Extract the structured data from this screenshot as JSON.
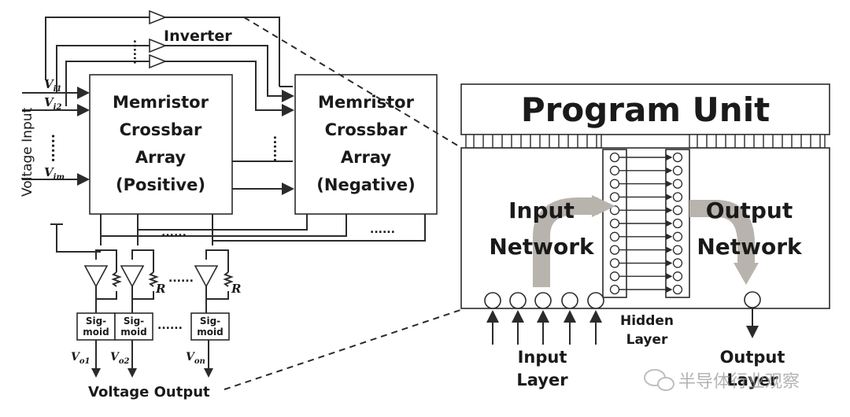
{
  "left": {
    "inverter_label": "Inverter",
    "array_pos": [
      "Memristor",
      "Crossbar",
      "Array",
      "(Positive)"
    ],
    "array_neg": [
      "Memristor",
      "Crossbar",
      "Array",
      "(Negative)"
    ],
    "voltage_input_label": "Voltage Input",
    "inputs": {
      "vi1": {
        "base": "V",
        "sub": "i1"
      },
      "vi2": {
        "base": "V",
        "sub": "i2"
      },
      "vim": {
        "base": "V",
        "sub": "im"
      }
    },
    "sigmoid": [
      "Sig-",
      "moid"
    ],
    "resistor_label": "R",
    "outputs": {
      "vo1": {
        "base": "V",
        "sub": "o1"
      },
      "vo2": {
        "base": "V",
        "sub": "o2"
      },
      "von": {
        "base": "V",
        "sub": "on"
      }
    },
    "voltage_output_label": "Voltage Output",
    "ellipsis": "......"
  },
  "right": {
    "program_unit": "Program Unit",
    "input_network": [
      "Input",
      "Network"
    ],
    "output_network": [
      "Output",
      "Network"
    ],
    "hidden_layer": [
      "Hidden",
      "Layer"
    ],
    "input_layer": [
      "Input",
      "Layer"
    ],
    "output_layer": [
      "Output",
      "Layer"
    ]
  },
  "watermark": {
    "text": "半导体行业观察",
    "icon": "wechat-icon"
  }
}
